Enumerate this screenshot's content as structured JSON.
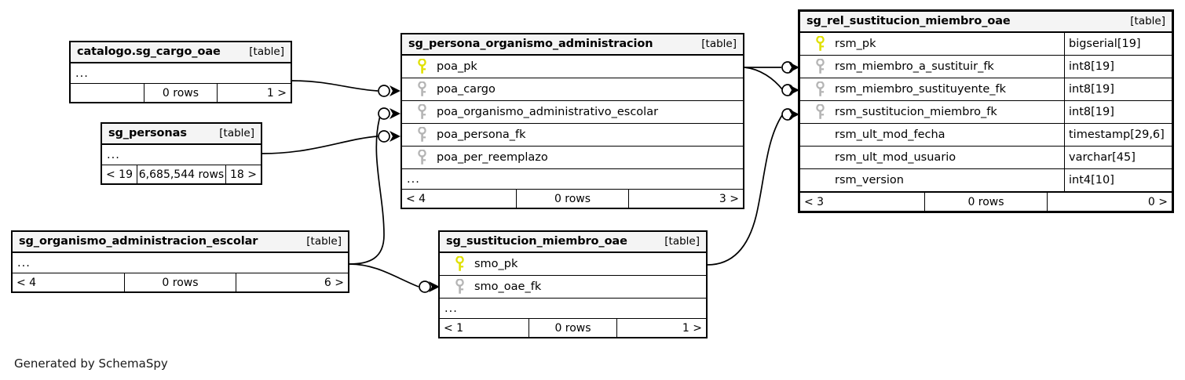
{
  "diagram": {
    "title": "SchemaSpy relationship diagram",
    "credit": "Generated by SchemaSpy",
    "type_tag": "[table]",
    "ellipsis": "...",
    "rows_suffix": "rows",
    "colors": {
      "primary_key": "#e8e800",
      "foreign_key": "#b4b4b4",
      "header_bg": "#f4f4f4",
      "border": "#000000",
      "background": "#ffffff"
    }
  },
  "tables": {
    "cargo_oae": {
      "name": "catalogo.sg_cargo_oae",
      "type_tag": "[table]",
      "ellipsis": "...",
      "footer": {
        "left": "",
        "center": "0 rows",
        "right": "1 >"
      }
    },
    "personas": {
      "name": "sg_personas",
      "type_tag": "[table]",
      "ellipsis": "...",
      "footer": {
        "left": "< 19",
        "center": "6,685,544 rows",
        "right": "18 >"
      }
    },
    "organismo": {
      "name": "sg_organismo_administracion_escolar",
      "type_tag": "[table]",
      "ellipsis": "...",
      "footer": {
        "left": "< 4",
        "center": "0 rows",
        "right": "6 >"
      }
    },
    "poa": {
      "name": "sg_persona_organismo_administracion",
      "type_tag": "[table]",
      "ellipsis": "...",
      "columns": [
        {
          "name": "poa_pk",
          "key": "primary",
          "type": ""
        },
        {
          "name": "poa_cargo",
          "key": "foreign",
          "type": ""
        },
        {
          "name": "poa_organismo_administrativo_escolar",
          "key": "foreign",
          "type": ""
        },
        {
          "name": "poa_persona_fk",
          "key": "foreign",
          "type": ""
        },
        {
          "name": "poa_per_reemplazo",
          "key": "foreign",
          "type": ""
        }
      ],
      "footer": {
        "left": "< 4",
        "center": "0 rows",
        "right": "3 >"
      }
    },
    "smo": {
      "name": "sg_sustitucion_miembro_oae",
      "type_tag": "[table]",
      "ellipsis": "...",
      "columns": [
        {
          "name": "smo_pk",
          "key": "primary",
          "type": ""
        },
        {
          "name": "smo_oae_fk",
          "key": "foreign",
          "type": ""
        }
      ],
      "footer": {
        "left": "< 1",
        "center": "0 rows",
        "right": "1 >"
      }
    },
    "rsm": {
      "name": "sg_rel_sustitucion_miembro_oae",
      "type_tag": "[table]",
      "columns": [
        {
          "name": "rsm_pk",
          "key": "primary",
          "type": "bigserial[19]"
        },
        {
          "name": "rsm_miembro_a_sustituir_fk",
          "key": "foreign",
          "type": "int8[19]"
        },
        {
          "name": "rsm_miembro_sustituyente_fk",
          "key": "foreign",
          "type": "int8[19]"
        },
        {
          "name": "rsm_sustitucion_miembro_fk",
          "key": "foreign",
          "type": "int8[19]"
        },
        {
          "name": "rsm_ult_mod_fecha",
          "key": "none",
          "type": "timestamp[29,6]"
        },
        {
          "name": "rsm_ult_mod_usuario",
          "key": "none",
          "type": "varchar[45]"
        },
        {
          "name": "rsm_version",
          "key": "none",
          "type": "int4[10]"
        }
      ],
      "footer": {
        "left": "< 3",
        "center": "0 rows",
        "right": "0 >"
      }
    }
  },
  "relationships": [
    {
      "from": "catalogo.sg_cargo_oae",
      "to": "sg_persona_organismo_administracion.poa_cargo",
      "cardinality": "zero-or-many"
    },
    {
      "from": "sg_personas",
      "to": "sg_persona_organismo_administracion.poa_persona_fk",
      "cardinality": "zero-or-many"
    },
    {
      "from": "sg_organismo_administracion_escolar",
      "to": "sg_persona_organismo_administracion.poa_organismo_administrativo_escolar",
      "cardinality": "zero-or-many"
    },
    {
      "from": "sg_organismo_administracion_escolar",
      "to": "sg_sustitucion_miembro_oae.smo_oae_fk",
      "cardinality": "zero-or-many"
    },
    {
      "from": "sg_persona_organismo_administracion.poa_pk",
      "to": "sg_rel_sustitucion_miembro_oae.rsm_miembro_a_sustituir_fk",
      "cardinality": "zero-or-many"
    },
    {
      "from": "sg_persona_organismo_administracion.poa_pk",
      "to": "sg_rel_sustitucion_miembro_oae.rsm_miembro_sustituyente_fk",
      "cardinality": "zero-or-many"
    },
    {
      "from": "sg_sustitucion_miembro_oae.smo_pk",
      "to": "sg_rel_sustitucion_miembro_oae.rsm_sustitucion_miembro_fk",
      "cardinality": "zero-or-many"
    }
  ]
}
